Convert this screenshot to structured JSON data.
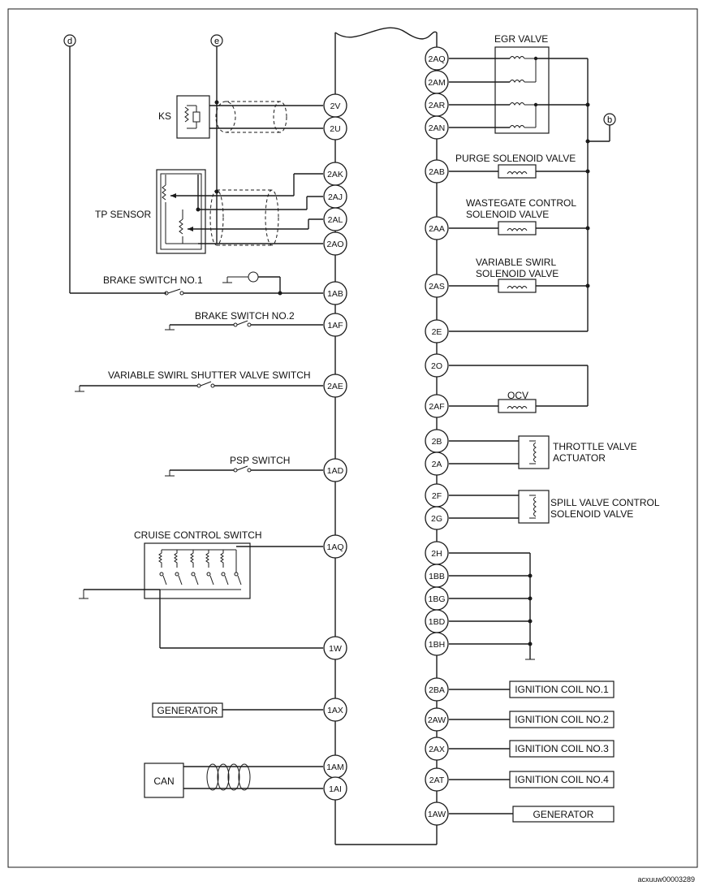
{
  "ecu_left_pins": [
    {
      "id": "2V"
    },
    {
      "id": "2U"
    },
    {
      "id": "2AK"
    },
    {
      "id": "2AJ"
    },
    {
      "id": "2AL"
    },
    {
      "id": "2AO"
    },
    {
      "id": "1AB"
    },
    {
      "id": "1AF"
    },
    {
      "id": "2AE"
    },
    {
      "id": "1AD"
    },
    {
      "id": "1AQ"
    },
    {
      "id": "1W"
    },
    {
      "id": "1AX"
    },
    {
      "id": "1AM"
    },
    {
      "id": "1AI"
    }
  ],
  "ecu_right_pins": [
    {
      "id": "2AQ"
    },
    {
      "id": "2AM"
    },
    {
      "id": "2AR"
    },
    {
      "id": "2AN"
    },
    {
      "id": "2AB"
    },
    {
      "id": "2AA"
    },
    {
      "id": "2AS"
    },
    {
      "id": "2E"
    },
    {
      "id": "2O"
    },
    {
      "id": "2AF"
    },
    {
      "id": "2B"
    },
    {
      "id": "2A"
    },
    {
      "id": "2F"
    },
    {
      "id": "2G"
    },
    {
      "id": "2H"
    },
    {
      "id": "1BB"
    },
    {
      "id": "1BG"
    },
    {
      "id": "1BD"
    },
    {
      "id": "1BH"
    },
    {
      "id": "2BA"
    },
    {
      "id": "2AW"
    },
    {
      "id": "2AX"
    },
    {
      "id": "2AT"
    },
    {
      "id": "1AW"
    }
  ],
  "connectors": {
    "d": "d",
    "e": "e",
    "b": "b"
  },
  "labels": {
    "ks": "KS",
    "tp_sensor": "TP SENSOR",
    "brake_switch_1": "BRAKE SWITCH NO.1",
    "brake_switch_2": "BRAKE SWITCH NO.2",
    "swirl_switch": "VARIABLE SWIRL SHUTTER VALVE SWITCH",
    "psp_switch": "PSP SWITCH",
    "cruise_switch": "CRUISE CONTROL SWITCH",
    "generator_left": "GENERATOR",
    "can": "CAN",
    "egr_valve": "EGR VALVE",
    "purge_valve": "PURGE SOLENOID VALVE",
    "wastegate_1": "WASTEGATE CONTROL",
    "wastegate_2": "SOLENOID VALVE",
    "swirl_valve_1": "VARIABLE SWIRL",
    "swirl_valve_2": "SOLENOID VALVE",
    "ocv": "OCV",
    "throttle_1": "THROTTLE VALVE",
    "throttle_2": "ACTUATOR",
    "spill_1": "SPILL VALVE CONTROL",
    "spill_2": "SOLENOID VALVE",
    "coil_1": "IGNITION COIL NO.1",
    "coil_2": "IGNITION COIL NO.2",
    "coil_3": "IGNITION COIL NO.3",
    "coil_4": "IGNITION COIL NO.4",
    "generator_right": "GENERATOR",
    "footer_code": "acxuuw00003289"
  }
}
